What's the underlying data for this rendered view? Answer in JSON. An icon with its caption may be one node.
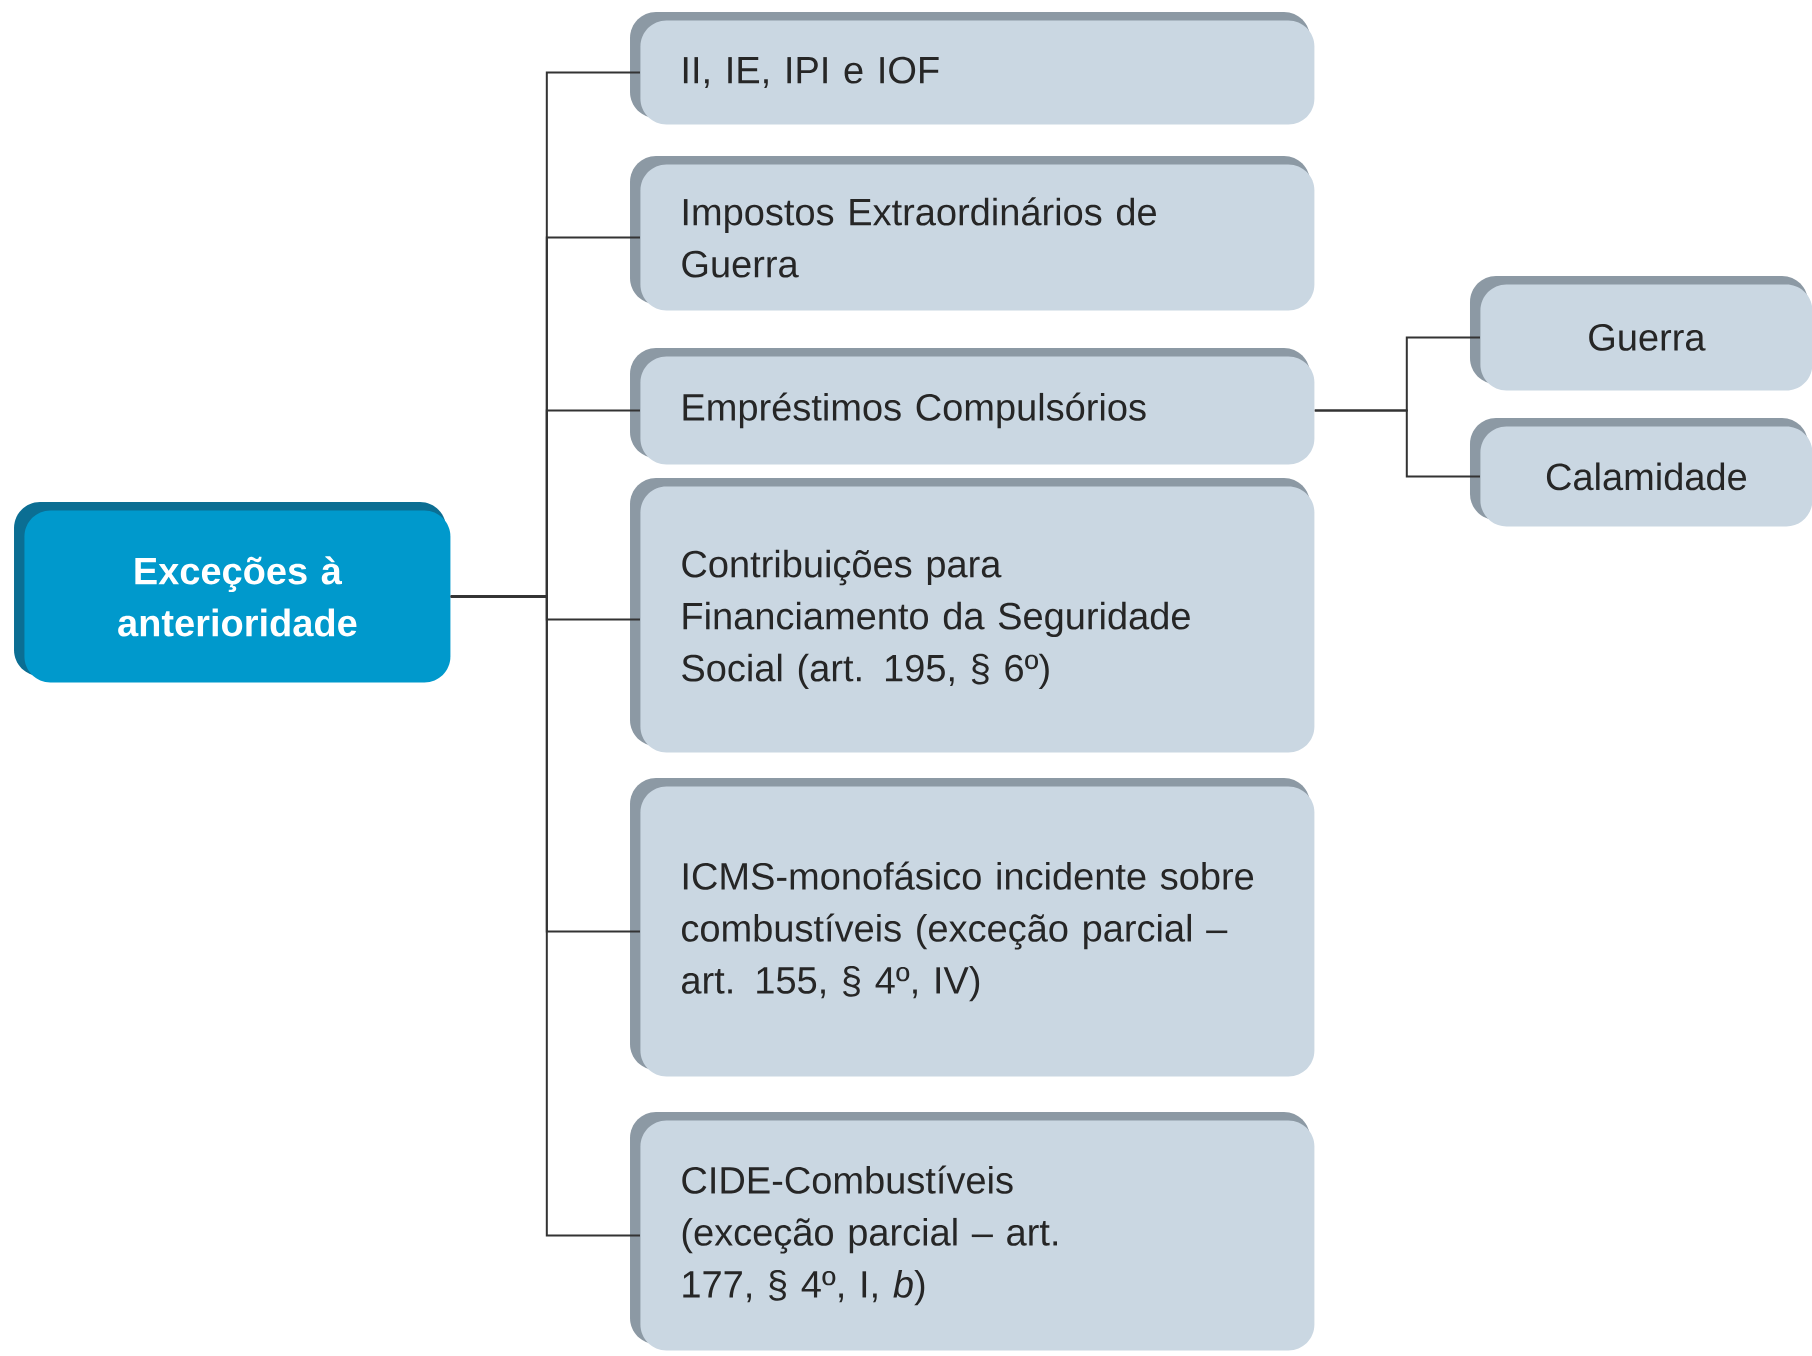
{
  "diagram": {
    "nodes": [
      {
        "text": [
          "Exceções à anterioridade"
        ]
      },
      {
        "text": [
          "II, IE, IPI e IOF"
        ]
      },
      {
        "text": [
          "Impostos Extraordinários de Guerra"
        ]
      },
      {
        "text": [
          "Empréstimos Compulsórios"
        ]
      },
      {
        "text": [
          "Contribuições para Financiamento da Seguridade Social (art. 195, § 6º)"
        ]
      },
      {
        "text": [
          "ICMS-monofásico incidente sobre combustíveis (exceção parcial – art. 155, § 4º, IV)"
        ]
      },
      {
        "text": [
          "CIDE-Combustíveis (exceção parcial – art. 177, § 4º, I, *b*)"
        ]
      },
      {
        "text": [
          "Guerra"
        ]
      },
      {
        "text": [
          "Calamidade"
        ]
      }
    ],
    "edges": [
      {
        "from": 0,
        "to": 1,
        "arrow": "none"
      },
      {
        "from": 0,
        "to": 2,
        "arrow": "none"
      },
      {
        "from": 0,
        "to": 3,
        "arrow": "none"
      },
      {
        "from": 0,
        "to": 4,
        "arrow": "none"
      },
      {
        "from": 0,
        "to": 5,
        "arrow": "none"
      },
      {
        "from": 0,
        "to": 6,
        "arrow": "none"
      },
      {
        "from": 3,
        "to": 7,
        "arrow": "none"
      },
      {
        "from": 3,
        "to": 8,
        "arrow": "none"
      }
    ]
  }
}
